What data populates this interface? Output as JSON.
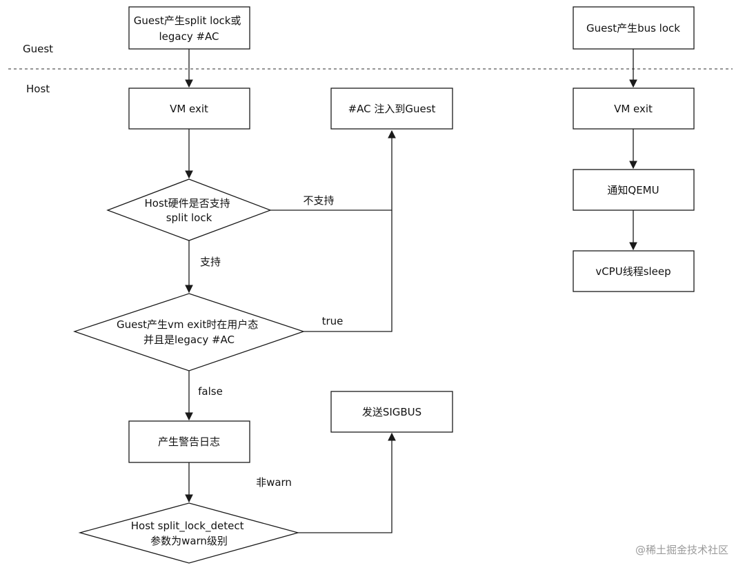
{
  "regions": {
    "guest": "Guest",
    "host": "Host"
  },
  "nodes": {
    "guest_split_lock": [
      "Guest产生split lock或",
      "legacy #AC"
    ],
    "vm_exit_left": [
      "VM exit"
    ],
    "ac_inject": [
      "#AC 注入到Guest"
    ],
    "hw_support": [
      "Host硬件是否支持",
      "split lock"
    ],
    "user_mode_check": [
      "Guest产生vm exit时在用户态",
      "并且是legacy #AC"
    ],
    "warn_log": [
      "产生警告日志"
    ],
    "send_sigbus": [
      "发送SIGBUS"
    ],
    "param_check": [
      "Host split_lock_detect",
      "参数为warn级别"
    ],
    "guest_bus_lock": [
      "Guest产生bus lock"
    ],
    "vm_exit_right": [
      "VM exit"
    ],
    "notify_qemu": [
      "通知QEMU"
    ],
    "vcpu_sleep": [
      "vCPU线程sleep"
    ]
  },
  "edge_labels": {
    "not_supported": "不支持",
    "supported": "支持",
    "true": "true",
    "false": "false",
    "not_warn": "非warn"
  },
  "watermark": "@稀土掘金技术社区",
  "colors": {
    "stroke": "#1a1a1a",
    "background": "#ffffff",
    "text": "#111111",
    "watermark": "#9a9a9a"
  }
}
